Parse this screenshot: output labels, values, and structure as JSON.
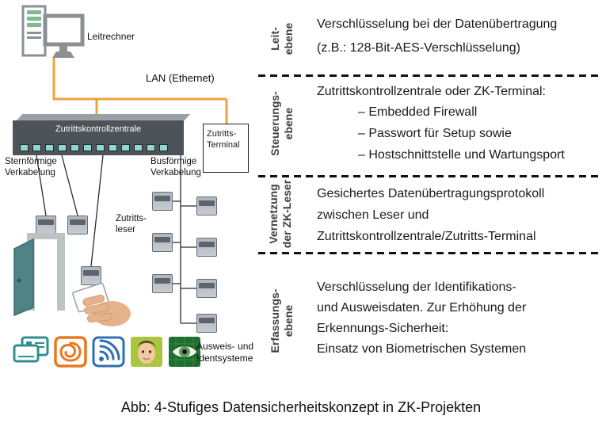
{
  "diagram": {
    "leitrechner": "Leitrechner",
    "lan": "LAN (Ethernet)",
    "zentrale": "Zutrittskontrollzentrale",
    "terminal": "Zutritts-\nTerminal",
    "stern": "Sternförmige\nVerkabelung",
    "bus": "Busförmige\nVerkabelung",
    "leser": "Zutritts-\nleser",
    "ident": "Ausweis- und\nIdentsysteme"
  },
  "layers": [
    {
      "label": "Leit-\nebene",
      "text": "Verschlüsselung bei der Datenübertragung\n(z.B.: 128-Bit-AES-Verschlüsselung)"
    },
    {
      "label": "Steuerungs-\nebene",
      "title": "Zutrittskontrollzentrale oder ZK-Terminal:",
      "bullets": [
        "– Embedded Firewall",
        "– Passwort für Setup sowie",
        "– Hostschnittstelle und Wartungsport"
      ]
    },
    {
      "label": "Vernetzung\nder ZK-Leser",
      "text": "Gesichertes Datenübertragungsprotokoll\nzwischen Leser und\nZutrittskontrollzentrale/Zutritts-Terminal"
    },
    {
      "label": "Erfassungs-\nebene",
      "text": "Verschlüsselung der Identifikations-\nund Ausweisdaten. Zur Erhöhung der\nErkennungs-Sicherheit:\nEinsatz von Biometrischen Systemen"
    }
  ],
  "caption": "Abb: 4-Stufiges Datensicherheitskonzept in ZK-Projekten",
  "colors": {
    "network_line_orange": "#F0A13C",
    "wiring_black": "#2B2B2B",
    "zentrale_box": "#4D5358",
    "port_teal": "#8FD8CF",
    "door_teal": "#4E8486",
    "cards_teal": "#2F8F8F",
    "rfid_orange": "#E8791D",
    "contactless_blue": "#2D6FB5",
    "face_green": "#A8C63E",
    "eye_green": "#1F6E2E"
  }
}
